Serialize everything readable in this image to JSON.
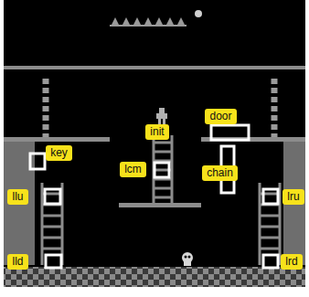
{
  "diagram": {
    "nodes": [
      {
        "text": [
          "init"
        ]
      },
      {
        "text": [
          "door"
        ]
      },
      {
        "text": [
          "key"
        ]
      },
      {
        "text": [
          "lcm"
        ]
      },
      {
        "text": [
          "chain"
        ]
      },
      {
        "text": [
          "llu"
        ]
      },
      {
        "text": [
          "lru"
        ]
      },
      {
        "text": [
          "lld"
        ]
      },
      {
        "text": [
          "lrd"
        ]
      }
    ]
  }
}
